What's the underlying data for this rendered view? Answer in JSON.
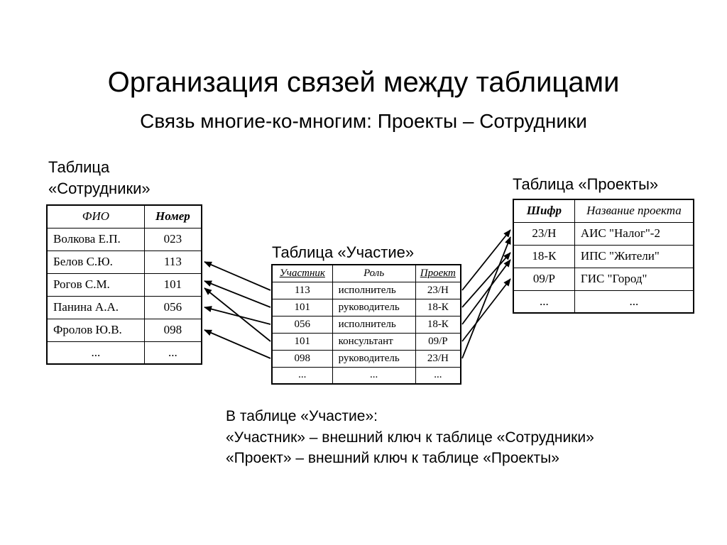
{
  "title": "Организация связей между таблицами",
  "subtitle": "Связь многие-ко-многим: Проекты – Сотрудники",
  "tables": {
    "employees": {
      "label": "Таблица\n«Сотрудники»",
      "headers": [
        {
          "label": "ФИО"
        },
        {
          "label": "Номер",
          "bold": true
        }
      ],
      "align": [
        "left",
        "center"
      ],
      "rows": [
        [
          "Волкова Е.П.",
          "023"
        ],
        [
          "Белов С.Ю.",
          "113"
        ],
        [
          "Рогов С.М.",
          "101"
        ],
        [
          "Панина А.А.",
          "056"
        ],
        [
          "Фролов Ю.В.",
          "098"
        ],
        [
          "...",
          "..."
        ]
      ]
    },
    "participation": {
      "label": "Таблица «Участие»",
      "headers": [
        {
          "label": "Участник",
          "underline": true
        },
        {
          "label": "Роль"
        },
        {
          "label": "Проект",
          "underline": true
        }
      ],
      "align": [
        "center",
        "left",
        "center"
      ],
      "rows": [
        [
          "113",
          "исполнитель",
          "23/Н"
        ],
        [
          "101",
          "руководитель",
          "18-К"
        ],
        [
          "056",
          "исполнитель",
          "18-К"
        ],
        [
          "101",
          "консультант",
          "09/Р"
        ],
        [
          "098",
          "руководитель",
          "23/Н"
        ],
        [
          "...",
          "...",
          "..."
        ]
      ]
    },
    "projects": {
      "label": "Таблица «Проекты»",
      "headers": [
        {
          "label": "Шифр",
          "bold": true
        },
        {
          "label": "Название проекта"
        }
      ],
      "align": [
        "center",
        "left"
      ],
      "rows": [
        [
          "23/Н",
          "АИС \"Налог\"-2"
        ],
        [
          "18-К",
          "ИПС \"Жители\""
        ],
        [
          "09/Р",
          "ГИС \"Город\""
        ],
        [
          "...",
          "..."
        ]
      ]
    }
  },
  "relations": {
    "employee_links": [
      {
        "participation_row": 0,
        "employees_row": 1
      },
      {
        "participation_row": 1,
        "employees_row": 2
      },
      {
        "participation_row": 2,
        "employees_row": 3
      },
      {
        "participation_row": 3,
        "employees_row": 2
      },
      {
        "participation_row": 4,
        "employees_row": 4
      }
    ],
    "project_links": [
      {
        "participation_row": 0,
        "projects_row": 0
      },
      {
        "participation_row": 1,
        "projects_row": 1
      },
      {
        "participation_row": 2,
        "projects_row": 1
      },
      {
        "participation_row": 3,
        "projects_row": 2
      },
      {
        "participation_row": 4,
        "projects_row": 0
      }
    ]
  },
  "note": {
    "lines": [
      "В таблице «Участие»:",
      "«Участник» – внешний ключ к таблице «Сотрудники»",
      "«Проект» – внешний ключ к таблице «Проекты»"
    ]
  },
  "colors": {
    "background": "#ffffff",
    "text": "#000000",
    "line": "#000000"
  }
}
